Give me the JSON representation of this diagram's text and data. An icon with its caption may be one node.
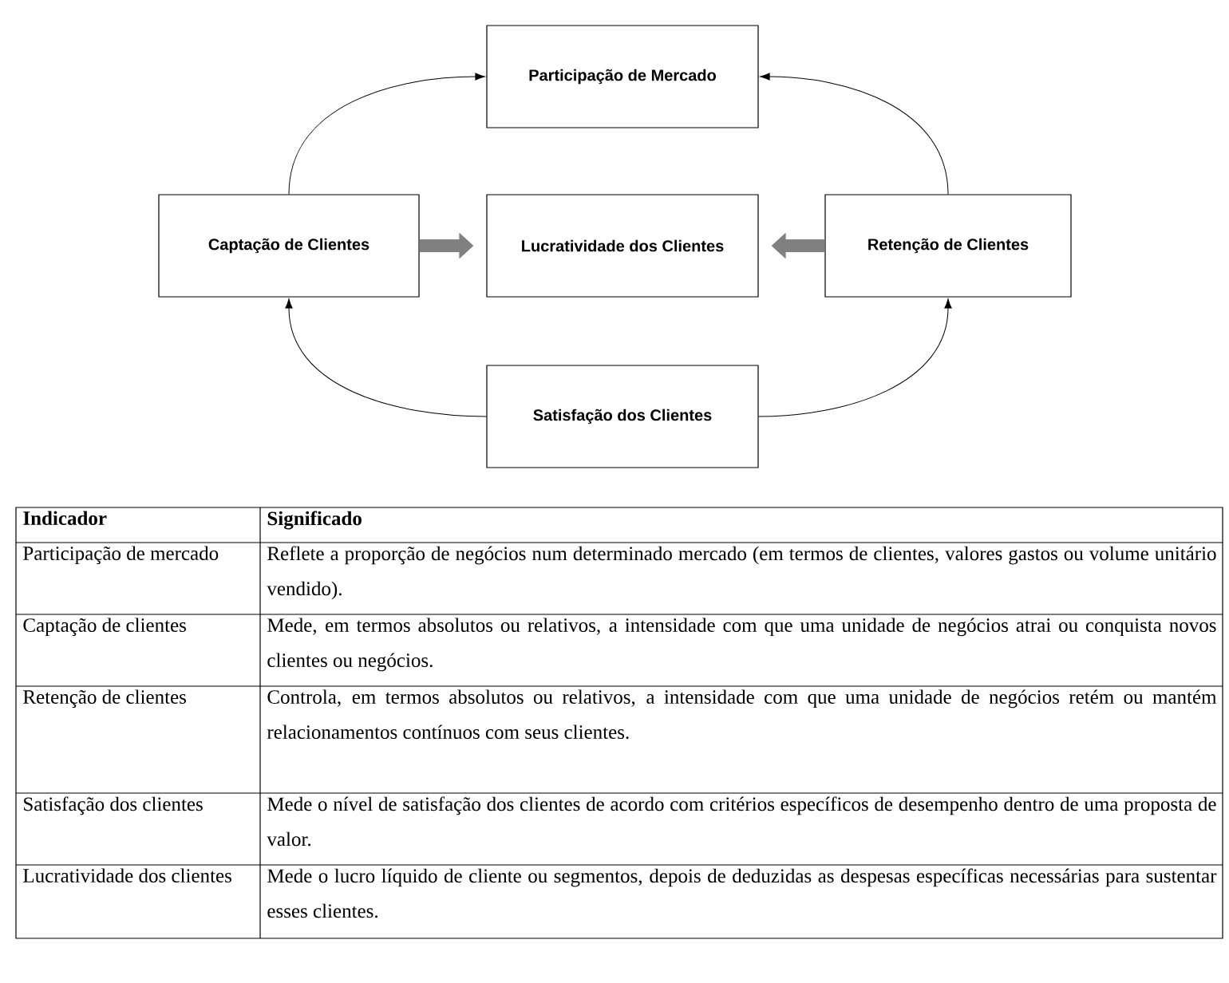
{
  "diagram": {
    "nodes": [
      {
        "text": [
          "Participação de Mercado"
        ]
      },
      {
        "text": [
          "Captação de Clientes"
        ]
      },
      {
        "text": [
          "Lucratividade dos Clientes"
        ]
      },
      {
        "text": [
          "Retenção de Clientes"
        ]
      },
      {
        "text": [
          "Satisfação dos Clientes"
        ]
      }
    ],
    "edges": [
      {
        "from": 1,
        "to": 0,
        "arrow": "to"
      },
      {
        "from": 3,
        "to": 0,
        "arrow": "to"
      },
      {
        "from": 1,
        "to": 2,
        "arrow": "to",
        "style": "thick",
        "color": "#808080"
      },
      {
        "from": 3,
        "to": 2,
        "arrow": "to",
        "style": "thick",
        "color": "#808080"
      },
      {
        "from": 4,
        "to": 1,
        "arrow": "to"
      },
      {
        "from": 4,
        "to": 3,
        "arrow": "to"
      }
    ],
    "labels": [
      "Indicador",
      "Significado",
      "Participação de mercado",
      "Reflete a proporção de negócios num determinado mercado (em termos de clientes, valores gastos ou volume unitário vendido).",
      "Captação de clientes",
      "Mede, em termos absolutos ou relativos, a intensidade com que uma unidade de negócios atrai ou conquista novos clientes ou negócios.",
      "Retenção de clientes",
      "Controla, em termos absolutos ou relativos, a intensidade com que uma unidade de negócios retém ou mantém relacionamentos contínuos com seus clientes.",
      "Satisfação dos clientes",
      "Mede o nível de satisfação dos clientes de acordo com critérios específicos de desempenho dentro de uma proposta de valor.",
      "Lucratividade dos clientes",
      "Mede o lucro líquido de cliente ou segmentos, depois de deduzidas as despesas específicas necessárias para sustentar esses clientes."
    ]
  }
}
